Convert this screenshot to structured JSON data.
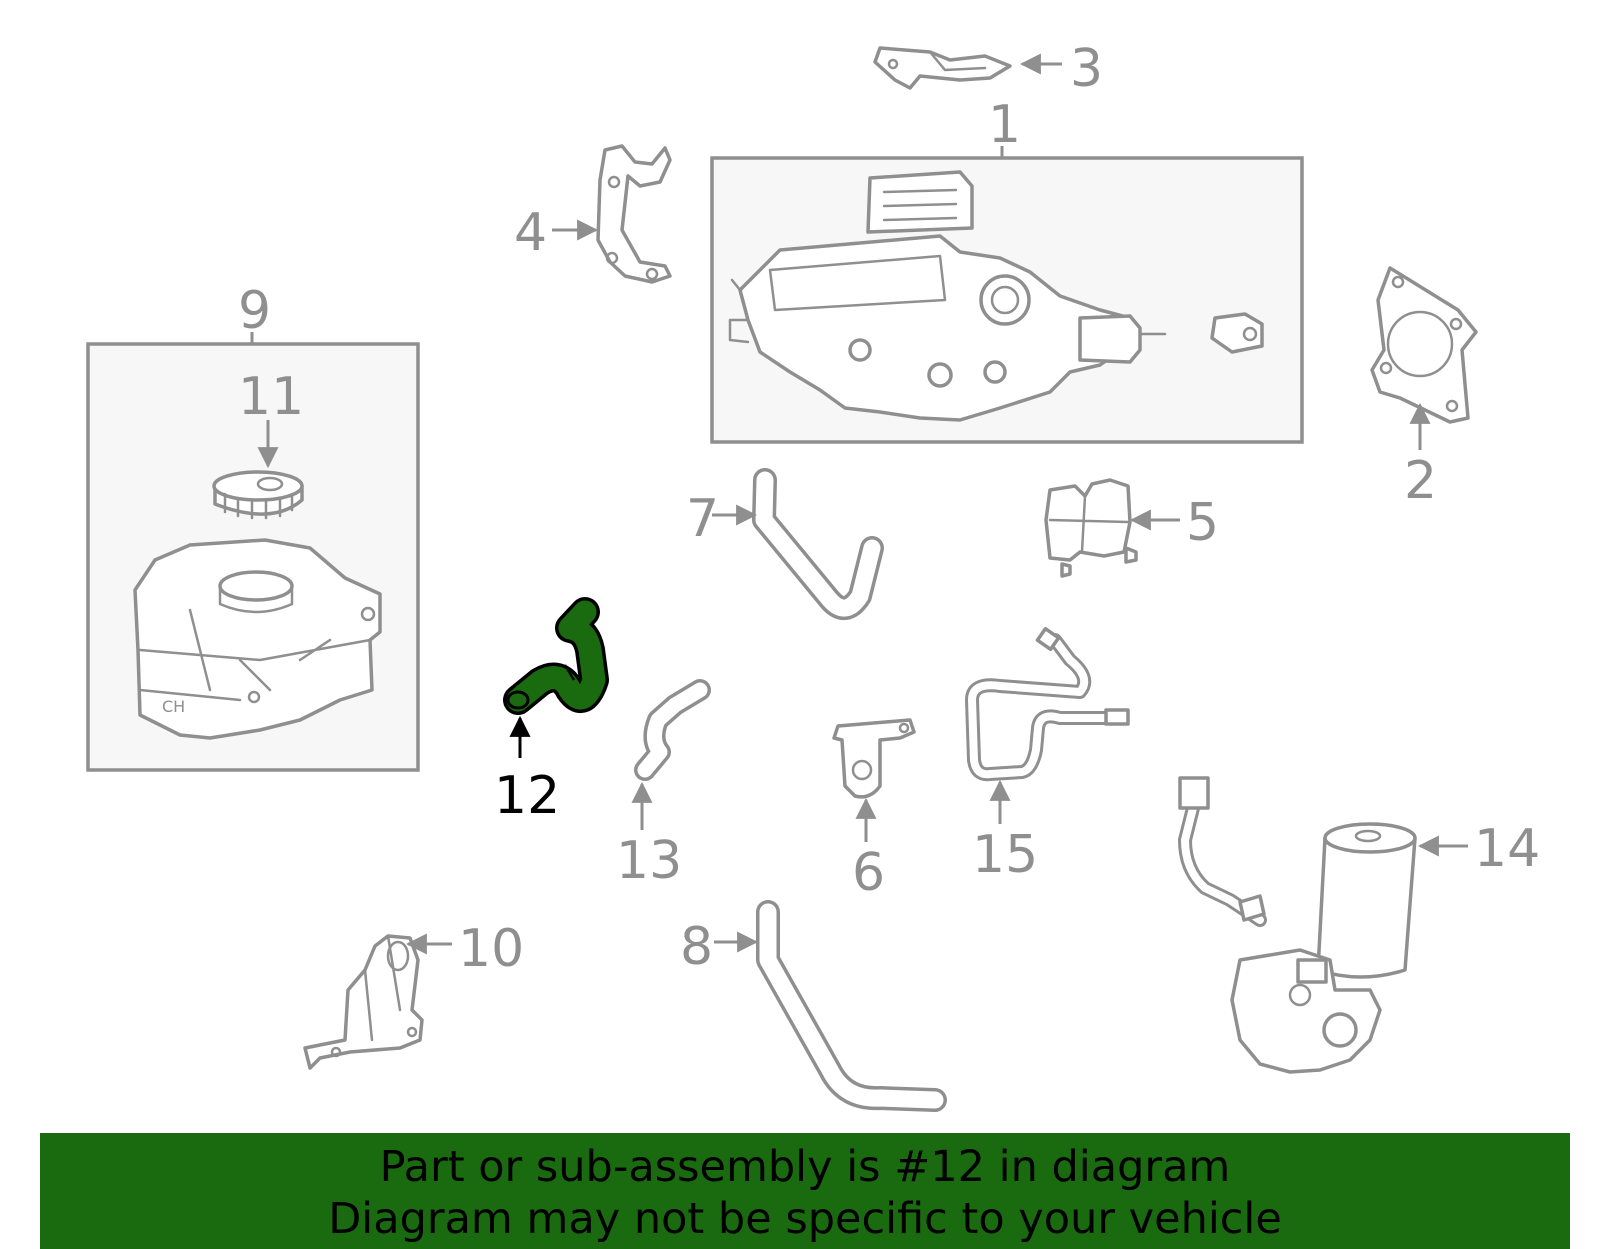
{
  "diagram": {
    "highlighted_part": "12",
    "highlight_color": "#1a6b10",
    "line_color": "#8f8f8f",
    "labels": {
      "p1": "1",
      "p2": "2",
      "p3": "3",
      "p4": "4",
      "p5": "5",
      "p6": "6",
      "p7": "7",
      "p8": "8",
      "p9": "9",
      "p10": "10",
      "p11": "11",
      "p12": "12",
      "p13": "13",
      "p14": "14",
      "p15": "15"
    }
  },
  "banner": {
    "line1": "Part or sub-assembly is #12 in diagram",
    "line2": "Diagram may not be specific to your vehicle",
    "background": "#1a6b10"
  }
}
